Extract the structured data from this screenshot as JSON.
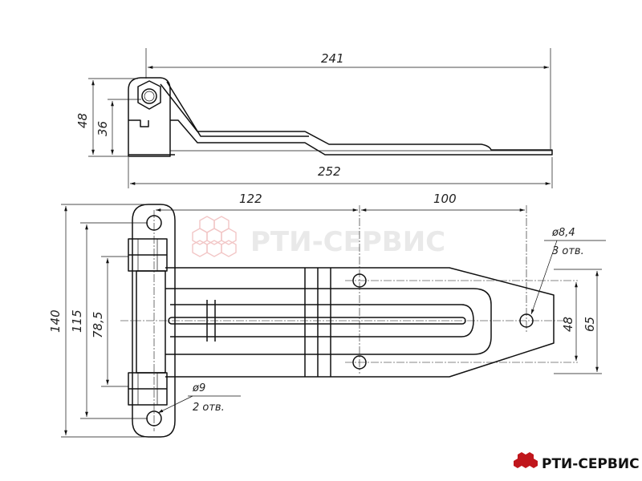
{
  "side_view": {
    "dim_length_top": "241",
    "dim_length_bottom": "252",
    "dim_height_total": "48",
    "dim_height_partial": "36"
  },
  "plan_view": {
    "dim_pin_to_holes": "122",
    "dim_holes_spacing": "100",
    "dim_height_total": "140",
    "dim_height_holes": "115",
    "dim_height_knuckle": "78,5",
    "dim_hole_spacing_vertical": "48",
    "dim_tail_width": "65",
    "hole_large": {
      "diameter": "ø8,4",
      "count": "3 отв."
    },
    "hole_small": {
      "diameter": "ø9",
      "count": "2 отв."
    }
  },
  "watermark": {
    "text": "РТИ-СЕРВИС",
    "color": "#e9e9e9"
  },
  "brand": {
    "text": "РТИ-СЕРВИС",
    "color": "#111111"
  }
}
